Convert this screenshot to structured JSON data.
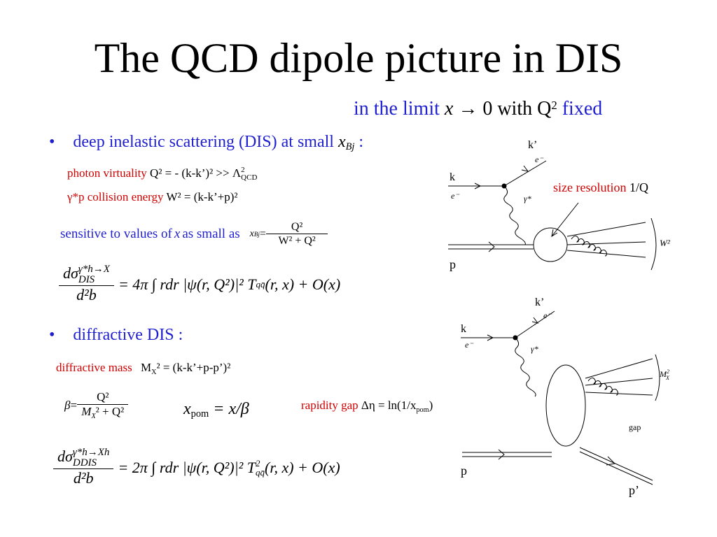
{
  "title": "The QCD dipole picture in DIS",
  "subtitle": {
    "pre": "in the limit ",
    "x": "x",
    "arrow": "→",
    "zero": " 0 with ",
    "q": "Q",
    "q_sup": "2",
    "post": " fixed"
  },
  "bullet1": {
    "marker": "•",
    "text": "deep inelastic scattering (DIS) at small ",
    "var": "x",
    "var_sub": "Bj",
    "colon": " :"
  },
  "photon_virtuality": {
    "label": "photon virtuality",
    "formula": " Q² = - (k-k’)² >> Λ",
    "lambda_sup": "2",
    "lambda_sub": "QCD"
  },
  "collision_energy": {
    "label": "γ*p collision energy",
    "formula": " W² = (k-k’+p)²"
  },
  "sensitive": {
    "text": "sensitive to values of ",
    "x": "x",
    "rest": " as small as",
    "lhs": "x",
    "lhs_sub": "Bj",
    "eq": " = ",
    "num": "Q²",
    "den": "W² + Q²"
  },
  "eq1": {
    "num_top": "dσ",
    "num_sup": "γ*h→X",
    "num_sub": "DIS",
    "den": "d²b",
    "rhs": "= 4π ∫ rdr |ψ(r, Q²)|² T",
    "t_sub": "qq̄",
    "rhs2": "(r, x) + O(x)"
  },
  "bullet2": {
    "marker": "•",
    "text": "diffractive DIS :"
  },
  "diffractive_mass": {
    "label": "diffractive mass",
    "formula": "M",
    "sub": "X",
    "rest": "² = (k-k’+p-p’)²"
  },
  "beta": {
    "lhs": "β",
    "eq": " = ",
    "num": "Q²",
    "den": "M",
    "den_sub": "X",
    "den_rest": "² + Q²"
  },
  "xpom": {
    "x": "x",
    "sub": "pom",
    "rest": " = x/β"
  },
  "rapidity": {
    "label": "rapidity gap",
    "formula": " Δη = ln(1/x",
    "sub": "pom",
    "close": ")"
  },
  "eq2": {
    "num_top": "dσ",
    "num_sup": "γ*h→Xh",
    "num_sub": "DDIS",
    "den": "d²b",
    "rhs": "= 2π ∫ rdr |ψ(r, Q²)|² T",
    "t_sup": "2",
    "t_sub": "qq̄",
    "rhs2": "(r, x) + O(x)"
  },
  "size_resolution": {
    "label": "size resolution",
    "value": " 1/Q"
  },
  "diagram1": {
    "k": "k",
    "e_in": "e⁻",
    "kp": "k’",
    "e_out": "e⁻",
    "gamma": "γ*",
    "p": "p",
    "w2": "W²"
  },
  "diagram2": {
    "k": "k",
    "e_in": "e⁻",
    "kp": "k’",
    "e_out": "e⁻",
    "gamma": "γ*",
    "p": "p",
    "pp": "p’",
    "mx": "M",
    "mx_sup": "2",
    "mx_sub": "X",
    "gap": "gap"
  },
  "colors": {
    "blue": "#1f1fd0",
    "red": "#d00000"
  }
}
